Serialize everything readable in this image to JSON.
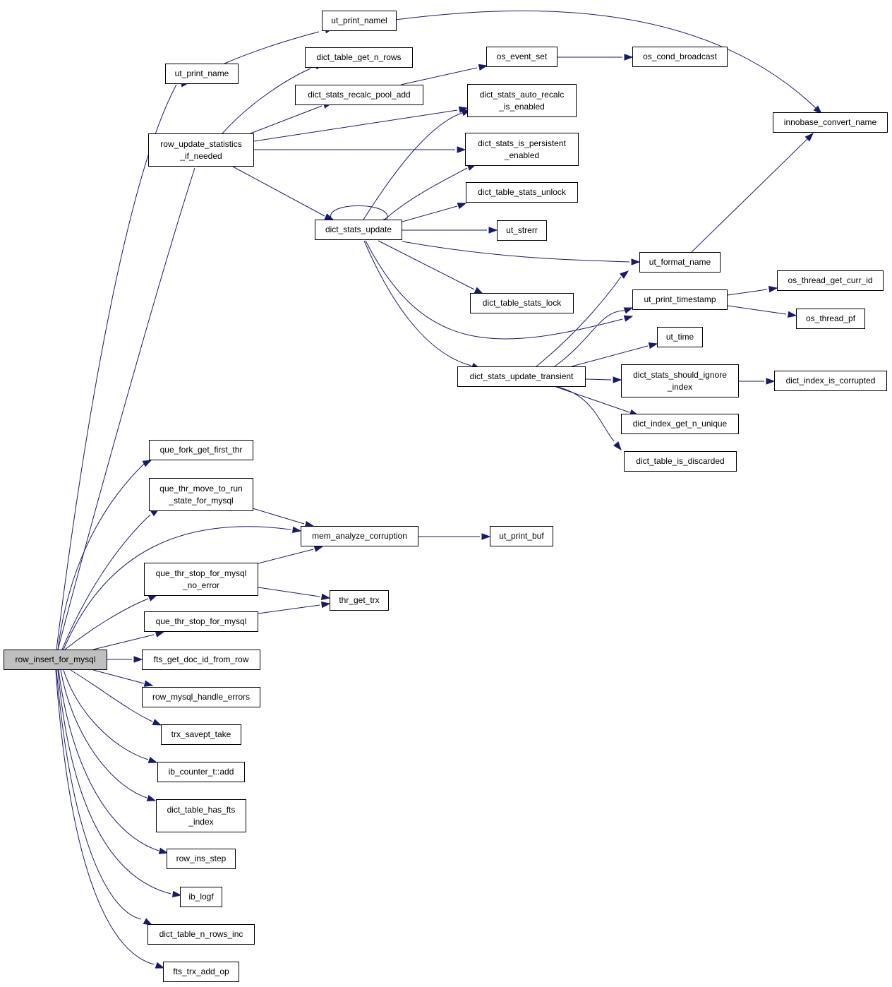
{
  "colors": {
    "edge": "#191970",
    "root_fill": "#bfbfbf",
    "node_fill": "#ffffff",
    "border": "#000000"
  },
  "nodes": {
    "row_insert_for_mysql": "row_insert_for_mysql",
    "ut_print_name": "ut_print_name",
    "ut_print_namel": "ut_print_namel",
    "row_update_statistics_if_needed": "row_update_statistics\n_if_needed",
    "dict_table_get_n_rows": "dict_table_get_n_rows",
    "dict_stats_recalc_pool_add": "dict_stats_recalc_pool_add",
    "os_event_set": "os_event_set",
    "os_cond_broadcast": "os_cond_broadcast",
    "dict_stats_auto_recalc_is_enabled": "dict_stats_auto_recalc\n_is_enabled",
    "dict_stats_is_persistent_enabled": "dict_stats_is_persistent\n_enabled",
    "dict_table_stats_unlock": "dict_table_stats_unlock",
    "dict_stats_update": "dict_stats_update",
    "ut_strerr": "ut_strerr",
    "ut_format_name": "ut_format_name",
    "innobase_convert_name": "innobase_convert_name",
    "dict_table_stats_lock": "dict_table_stats_lock",
    "ut_print_timestamp": "ut_print_timestamp",
    "os_thread_get_curr_id": "os_thread_get_curr_id",
    "os_thread_pf": "os_thread_pf",
    "ut_time": "ut_time",
    "dict_stats_update_transient": "dict_stats_update_transient",
    "dict_stats_should_ignore_index": "dict_stats_should_ignore\n_index",
    "dict_index_is_corrupted": "dict_index_is_corrupted",
    "dict_index_get_n_unique": "dict_index_get_n_unique",
    "dict_table_is_discarded": "dict_table_is_discarded",
    "que_fork_get_first_thr": "que_fork_get_first_thr",
    "que_thr_move_to_run_state_for_mysql": "que_thr_move_to_run\n_state_for_mysql",
    "mem_analyze_corruption": "mem_analyze_corruption",
    "ut_print_buf": "ut_print_buf",
    "que_thr_stop_for_mysql_no_error": "que_thr_stop_for_mysql\n_no_error",
    "thr_get_trx": "thr_get_trx",
    "que_thr_stop_for_mysql": "que_thr_stop_for_mysql",
    "fts_get_doc_id_from_row": "fts_get_doc_id_from_row",
    "row_mysql_handle_errors": "row_mysql_handle_errors",
    "trx_savept_take": "trx_savept_take",
    "ib_counter_t_add": "ib_counter_t::add",
    "dict_table_has_fts_index": "dict_table_has_fts\n_index",
    "row_ins_step": "row_ins_step",
    "ib_logf": "ib_logf",
    "dict_table_n_rows_inc": "dict_table_n_rows_inc",
    "fts_trx_add_op": "fts_trx_add_op"
  }
}
